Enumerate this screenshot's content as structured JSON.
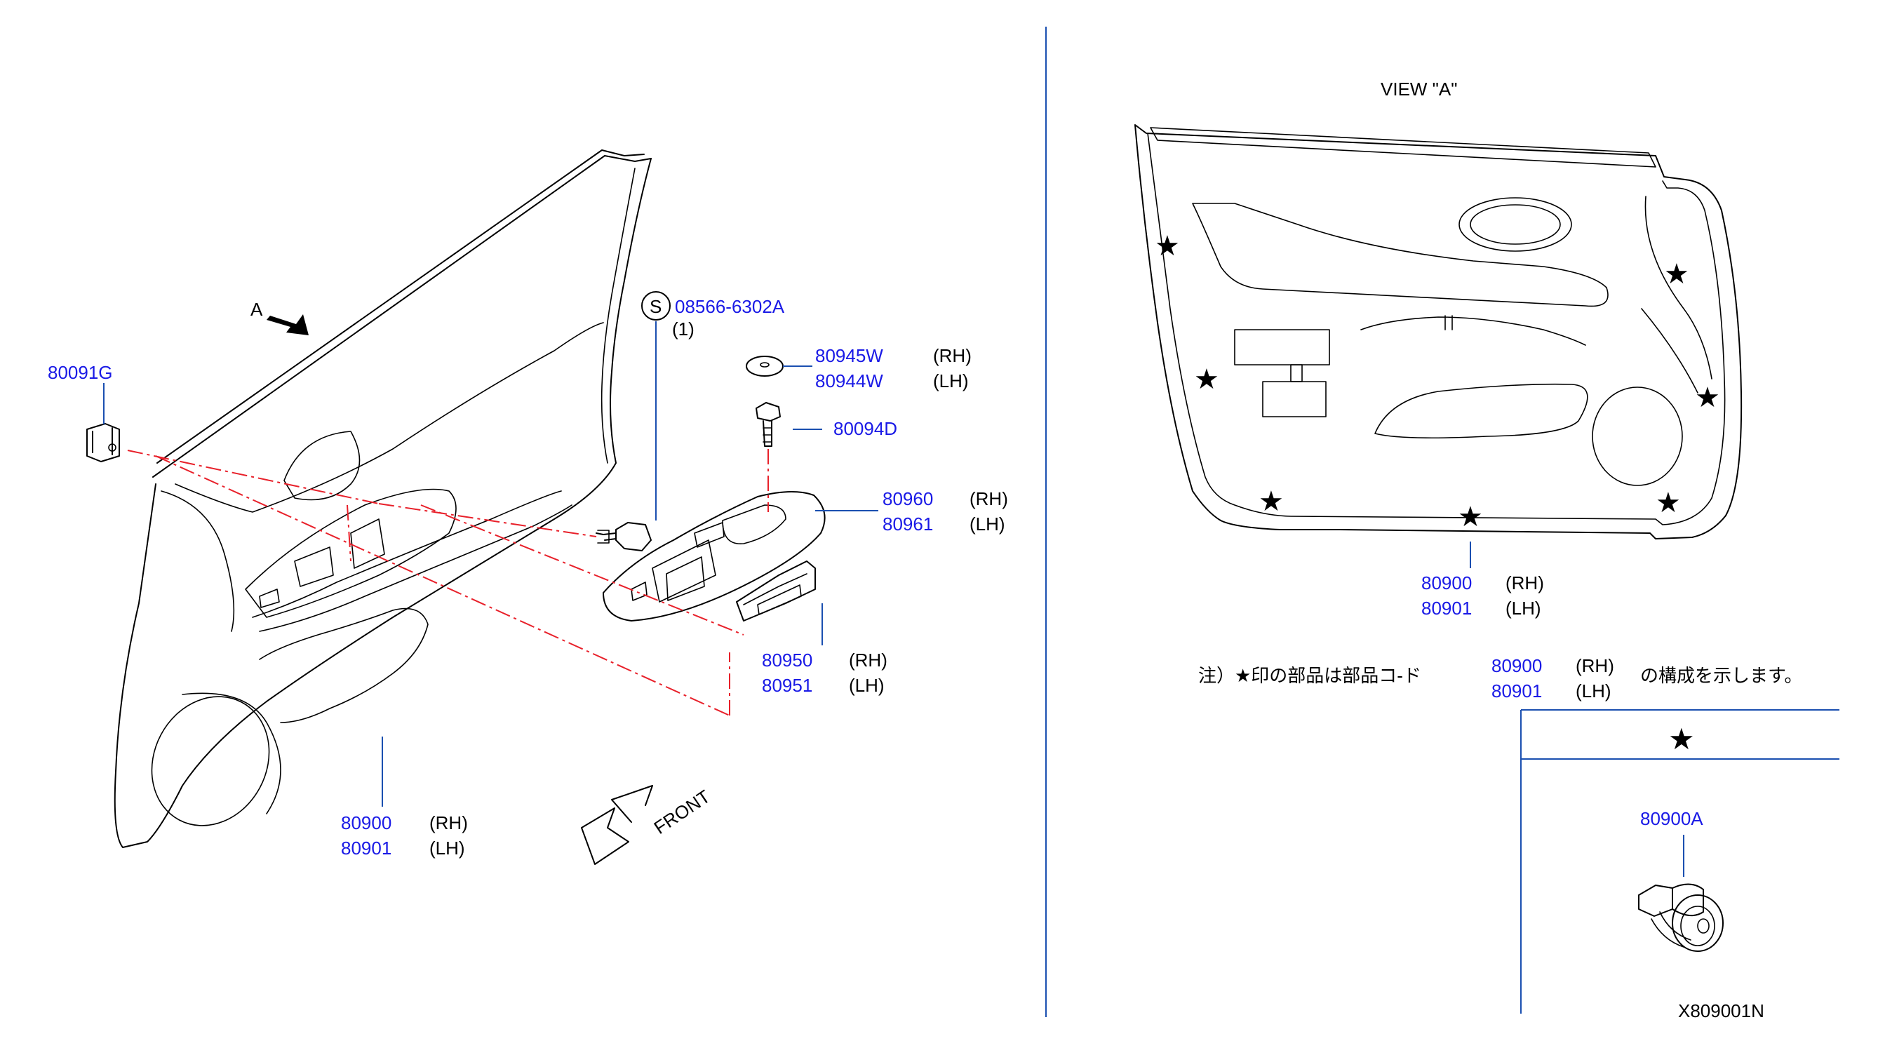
{
  "colors": {
    "part_number": "#1a1ae6",
    "leader": "#1a4fb0",
    "dash_line": "#e8202a",
    "ink": "#000000"
  },
  "diagram_code": "X809001N",
  "view_a": {
    "title": "VIEW \"A\""
  },
  "arrow_a_label": "A",
  "front_label": "FRONT",
  "callouts": {
    "c80091g": {
      "pn": "80091G"
    },
    "c08566": {
      "pn": "08566-6302A",
      "symbol": "S",
      "qty": "(1)"
    },
    "c80945": {
      "pn1": "80945W",
      "side1": "(RH)",
      "pn2": "80944W",
      "side2": "(LH)"
    },
    "c80094d": {
      "pn": "80094D"
    },
    "c80960": {
      "pn1": "80960",
      "side1": "(RH)",
      "pn2": "80961",
      "side2": "(LH)"
    },
    "c80950": {
      "pn1": "80950",
      "side1": "(RH)",
      "pn2": "80951",
      "side2": "(LH)"
    },
    "c80900_left": {
      "pn1": "80900",
      "side1": "(RH)",
      "pn2": "80901",
      "side2": "(LH)"
    },
    "c80900_view": {
      "pn1": "80900",
      "side1": "(RH)",
      "pn2": "80901",
      "side2": "(LH)"
    },
    "c80900a": {
      "pn": "80900A"
    }
  },
  "note": {
    "prefix": "注）★印の部品は部品コ-ド",
    "pn1": "80900",
    "side1": "(RH)",
    "pn2": "80901",
    "side2": "(LH)",
    "suffix": "の構成を示します。"
  },
  "table": {
    "header_symbol": "★"
  },
  "star_icon": "★"
}
